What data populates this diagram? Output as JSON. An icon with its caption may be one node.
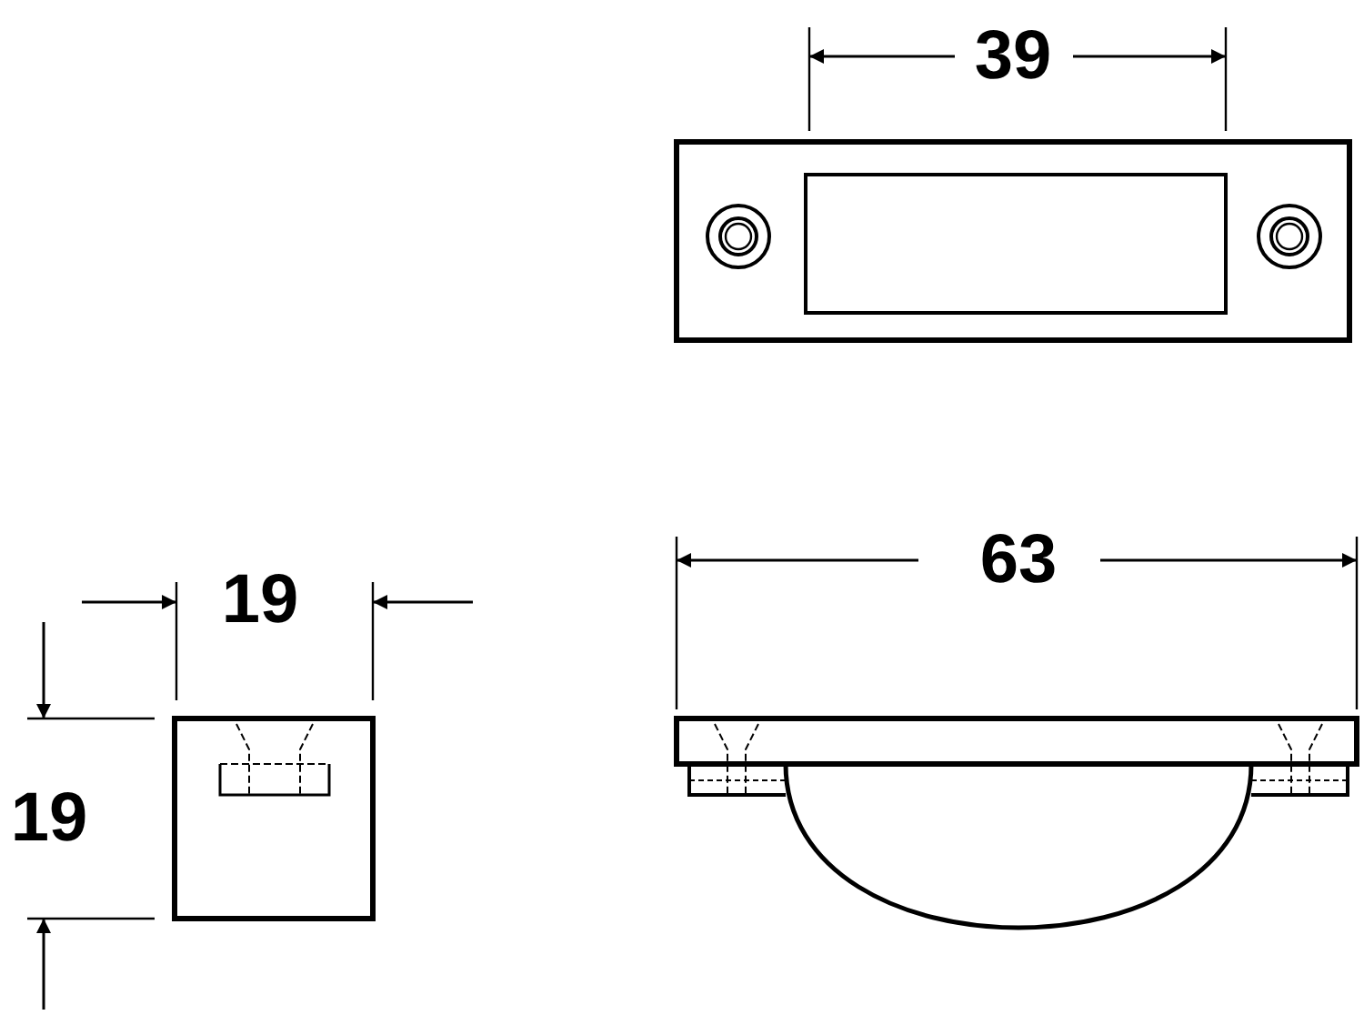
{
  "diagram": {
    "labels": [
      "39",
      "63",
      "19",
      "19"
    ]
  }
}
